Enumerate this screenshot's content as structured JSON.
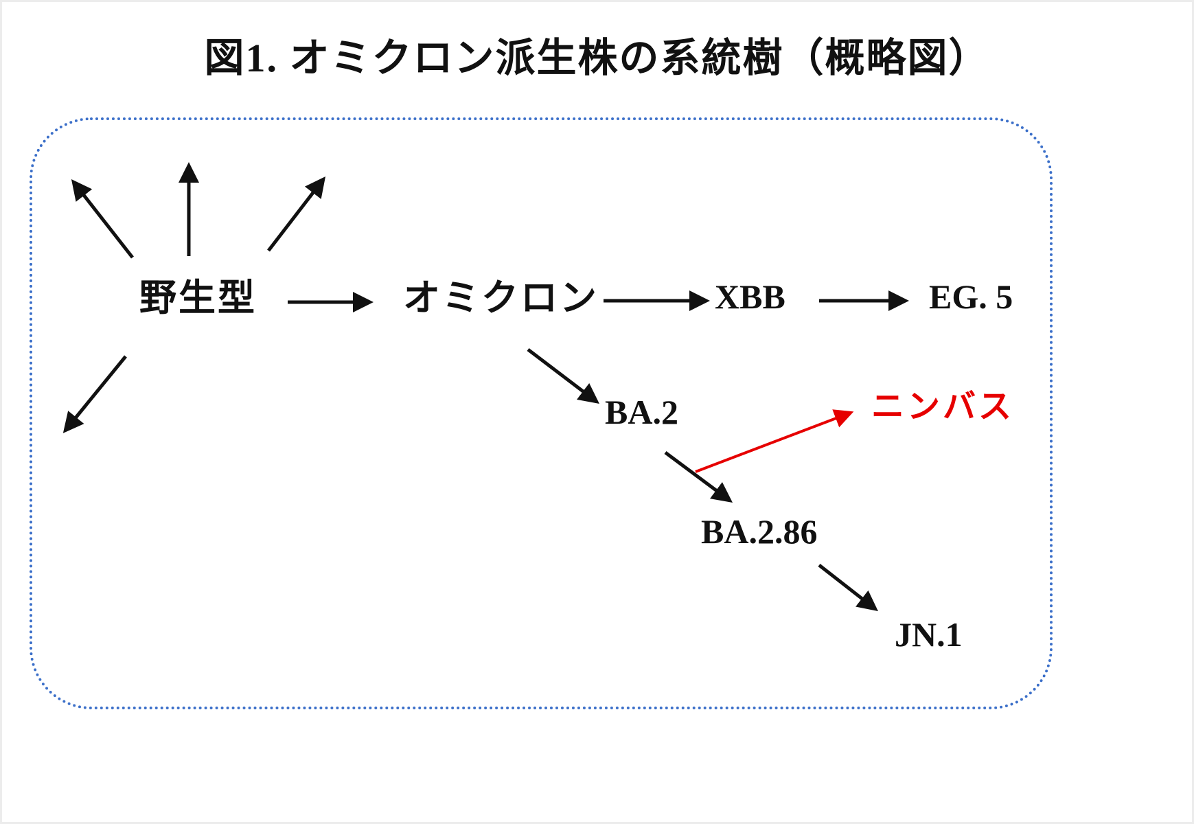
{
  "title": "図1. オミクロン派生株の系統樹（概略図）",
  "nodes": {
    "wild_type": "野生型",
    "omicron": "オミクロン",
    "xbb": "XBB",
    "eg5": "EG. 5",
    "ba2": "BA.2",
    "ba286": "BA.2.86",
    "jn1": "JN.1",
    "nimbus": "ニンバス"
  },
  "edges": [
    {
      "from": "wild_type",
      "to": "unnamed-variant-up-left"
    },
    {
      "from": "wild_type",
      "to": "unnamed-variant-up"
    },
    {
      "from": "wild_type",
      "to": "unnamed-variant-up-right"
    },
    {
      "from": "wild_type",
      "to": "unnamed-variant-down-left"
    },
    {
      "from": "wild_type",
      "to": "omicron"
    },
    {
      "from": "omicron",
      "to": "xbb"
    },
    {
      "from": "xbb",
      "to": "eg5"
    },
    {
      "from": "omicron",
      "to": "ba2"
    },
    {
      "from": "ba2",
      "to": "ba286"
    },
    {
      "from": "ba286",
      "to": "jn1"
    },
    {
      "from": "ba2",
      "to": "nimbus",
      "color": "red"
    }
  ],
  "colors": {
    "box_border": "#3b6fc9",
    "arrow": "#111111",
    "highlight_arrow": "#e60000",
    "highlight_text": "#e60000",
    "text": "#111111",
    "background": "#ffffff"
  }
}
